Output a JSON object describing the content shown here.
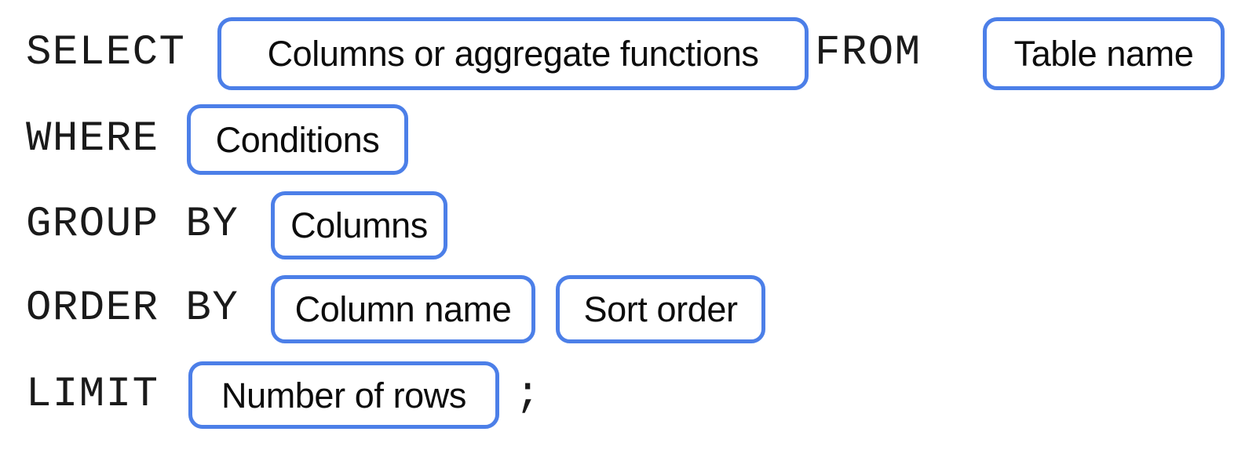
{
  "meta": {
    "title": "SQL SELECT statement syntax template",
    "accent_color": "#4c7fe8",
    "text_color": "#0c0c0c",
    "background_color": "#ffffff"
  },
  "statement": {
    "clauses": [
      {
        "id": "select",
        "keyword": "SELECT",
        "slots": [
          {
            "id": "select-list",
            "label": "Columns or aggregate functions"
          }
        ],
        "trailing_keyword": "FROM",
        "trailing_slots": [
          {
            "id": "table-name",
            "label": "Table name"
          }
        ]
      },
      {
        "id": "where",
        "keyword": "WHERE",
        "slots": [
          {
            "id": "conditions",
            "label": "Conditions"
          }
        ]
      },
      {
        "id": "group-by",
        "keyword": "GROUP BY",
        "slots": [
          {
            "id": "group-columns",
            "label": "Columns"
          }
        ]
      },
      {
        "id": "order-by",
        "keyword": "ORDER BY",
        "slots": [
          {
            "id": "order-column",
            "label": "Column name"
          },
          {
            "id": "order-direction",
            "label": "Sort order"
          }
        ]
      },
      {
        "id": "limit",
        "keyword": "LIMIT",
        "slots": [
          {
            "id": "row-count",
            "label": "Number of rows"
          }
        ],
        "terminator": ";"
      }
    ]
  }
}
